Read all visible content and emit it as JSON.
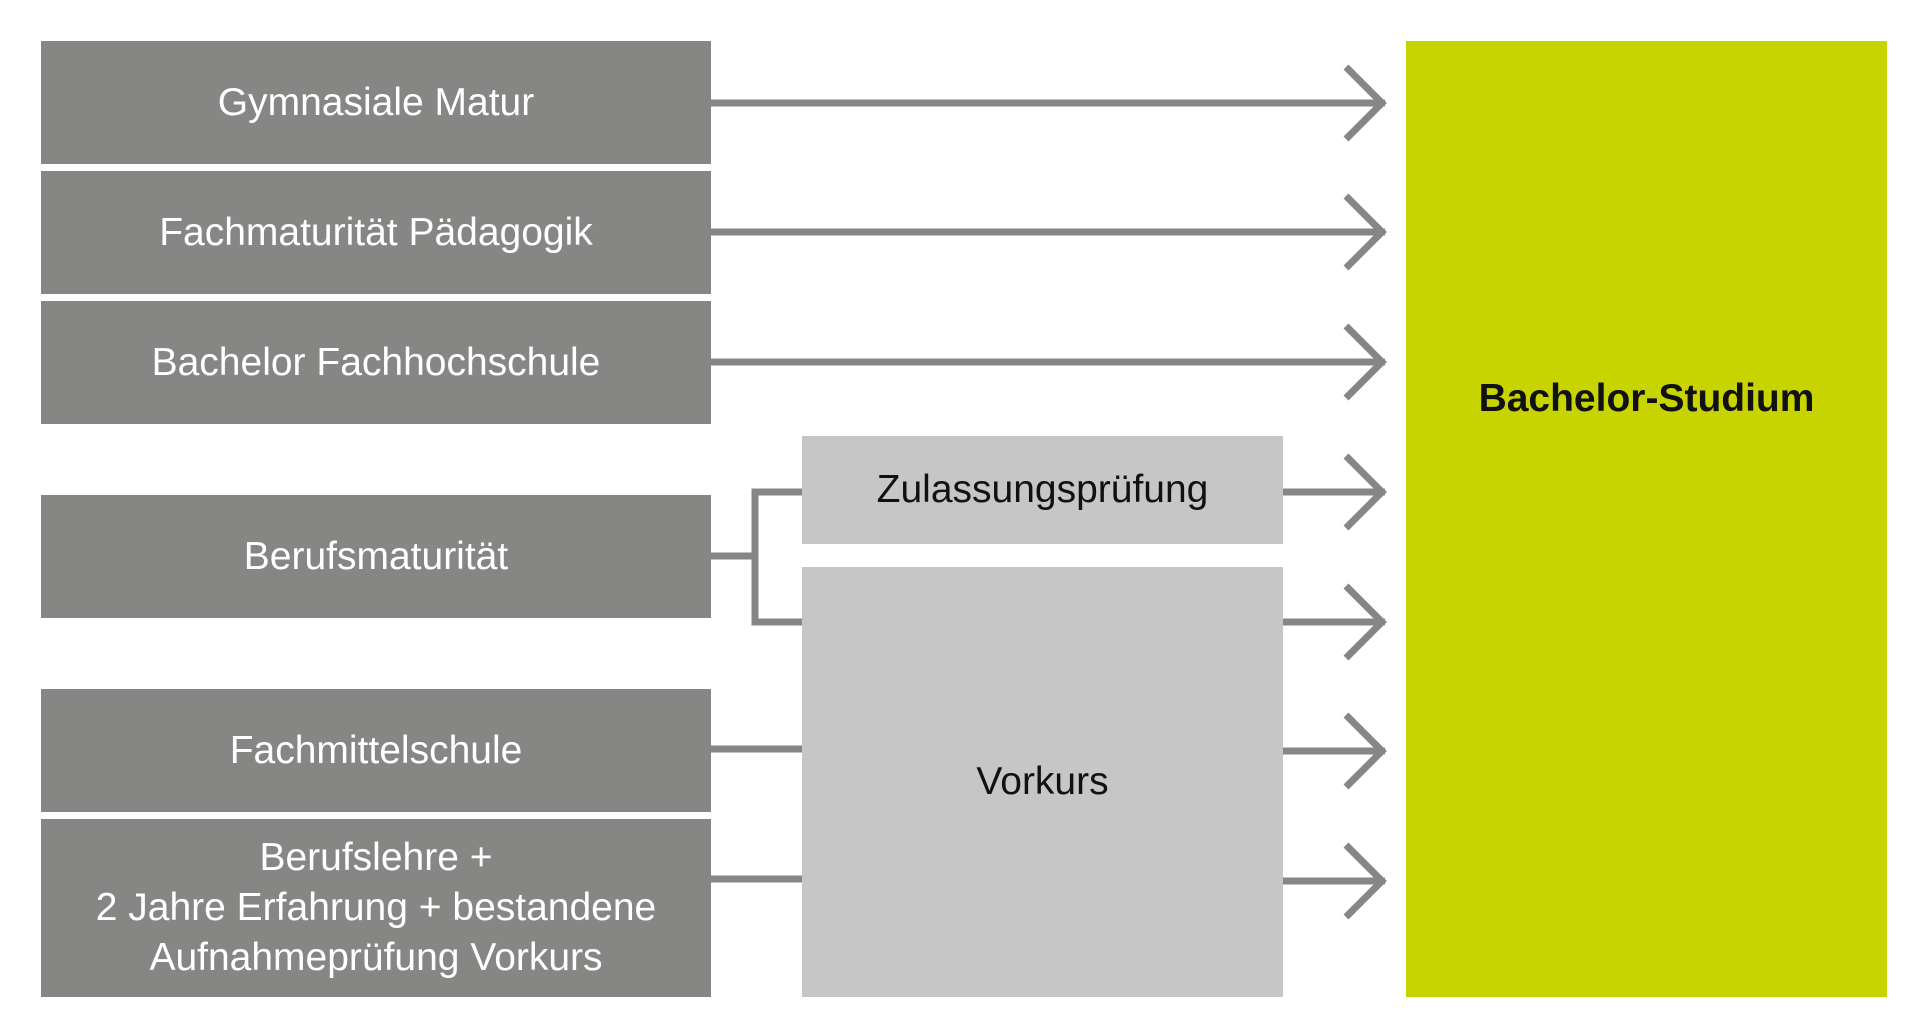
{
  "sources": {
    "gymnasiale_matur": "Gymnasiale Matur",
    "fachmaturitaet": "Fachmaturität Pädagogik",
    "bachelor_fh": "Bachelor Fachhochschule",
    "berufsmaturitaet": "Berufsmaturität",
    "fachmittelschule": "Fachmittelschule",
    "berufslehre": {
      "line1": "Berufslehre +",
      "line2": "2 Jahre Erfahrung + bestandene",
      "line3": "Aufnahmeprüfung Vorkurs"
    }
  },
  "intermediate": {
    "zulassungspruefung": "Zulassungsprüfung",
    "vorkurs": "Vorkurs"
  },
  "target": {
    "label": "Bachelor-Studium"
  },
  "colors": {
    "source_box": "#868685",
    "intermediate_box": "#c6c6c6",
    "target_box": "#c8d400",
    "connector": "#868685"
  }
}
